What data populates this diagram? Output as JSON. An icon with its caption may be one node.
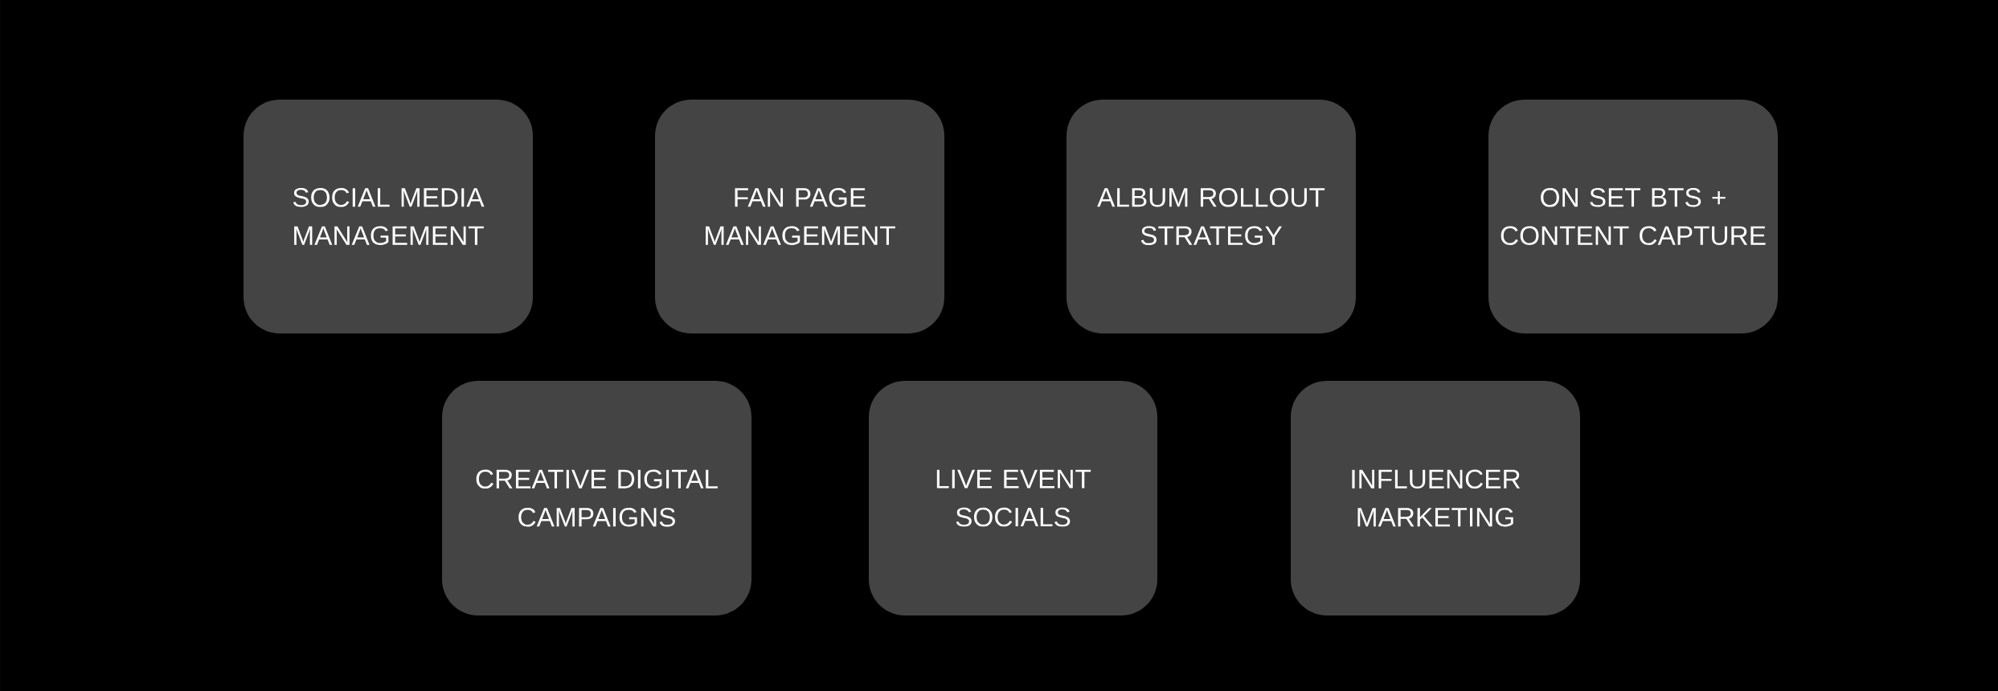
{
  "diagram": {
    "nodes": [
      {
        "text": [
          "SOCIAL MEDIA MANAGEMENT"
        ]
      },
      {
        "text": [
          "FAN PAGE MANAGEMENT"
        ]
      },
      {
        "text": [
          "ALBUM ROLLOUT STRATEGY"
        ]
      },
      {
        "text": [
          "ON SET BTS + CONTENT CAPTURE"
        ]
      },
      {
        "text": [
          "CREATIVE DIGITAL CAMPAIGNS"
        ]
      },
      {
        "text": [
          "LIVE EVENT SOCIALS"
        ]
      },
      {
        "text": [
          "INFLUENCER MARKETING"
        ]
      }
    ]
  }
}
